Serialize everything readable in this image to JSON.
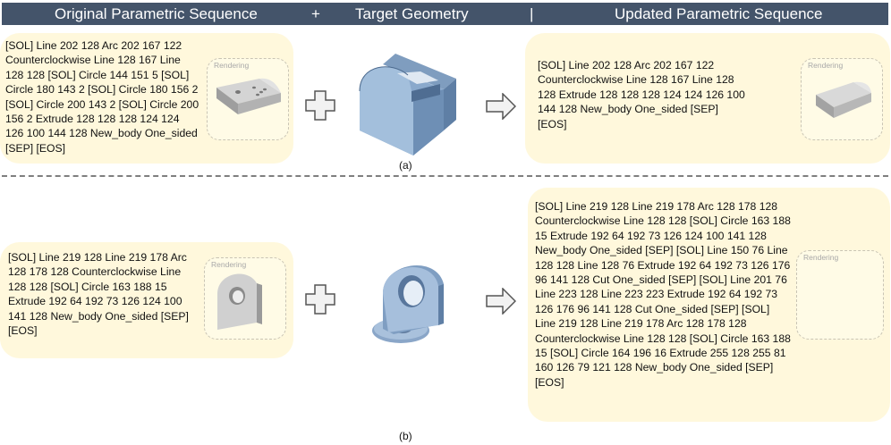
{
  "header": {
    "original": "Original Parametric Sequence",
    "plus": "+",
    "target": "Target Geometry",
    "bar": "|",
    "updated": "Updated Parametric Sequence"
  },
  "render_label": "Rendering",
  "example_a": {
    "original_sequence": "[SOL] Line 202 128 Arc 202 167 122 Counterclockwise Line 128 167 Line 128 128 [SOL] Circle 144 151 5 [SOL] Circle 180 143 2 [SOL] Circle 180 156 2 [SOL] Circle 200 143 2 [SOL] Circle 200 156 2 Extrude 128 128 128 124 124 126 100 144 128 New_body One_sided [SEP] [EOS]",
    "updated_sequence": "[SOL] Line 202 128 Arc 202 167 122 Counterclockwise Line 128 167 Line 128 128 Extrude 128 128 128 124 124 126 100 144 128 New_body One_sided [SEP] [EOS]",
    "caption": "(a)"
  },
  "example_b": {
    "original_sequence": "[SOL] Line 219 128 Line 219 178 Arc 128 178 128 Counterclockwise Line 128 128 [SOL] Circle 163 188 15 Extrude 192 64 192 73 126 124 100 141 128 New_body One_sided [SEP] [EOS]",
    "updated_sequence": "[SOL] Line 219 128 Line 219 178 Arc 128 178 128 Counterclockwise Line 128 128 [SOL] Circle 163 188 15 Extrude 192 64 192 73 126 124 100 141 128 New_body One_sided [SEP] [SOL] Line 150 76 Line 128 128 Line 128 76 Extrude 192 64 192 73 126 176 96 141 128 Cut One_sided [SEP] [SOL] Line 201 76 Line 223 128 Line 223 223 Extrude 192 64 192 73 126 176 96 141 128 Cut One_sided [SEP] [SOL] Line 219 128 Line 219 178 Arc 128 178 128 Counterclockwise Line 128 128 [SOL] Circle 163 188 15 [SOL] Circle 164 196 16 Extrude 255 128 255 81 160 126 79 121 128 New_body One_sided [SEP] [EOS]",
    "caption": "(b)"
  }
}
